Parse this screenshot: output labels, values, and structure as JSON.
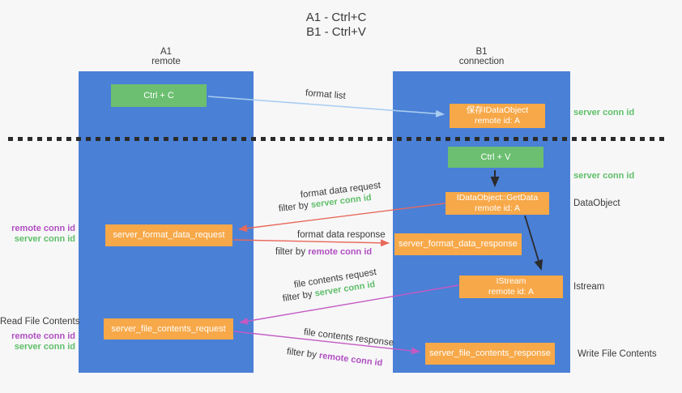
{
  "title": {
    "line1": "A1 - Ctrl+C",
    "line2": "B1 - Ctrl+V"
  },
  "columns": {
    "left": {
      "header_line1": "A1",
      "header_line2": "remote"
    },
    "right": {
      "header_line1": "B1",
      "header_line2": "connection"
    }
  },
  "boxes": {
    "ctrl_c": {
      "label": "Ctrl + C"
    },
    "save_idataobject": {
      "line1": "保存IDataObject",
      "line2": "remote id: A"
    },
    "ctrl_v": {
      "label": "Ctrl + V"
    },
    "getdata": {
      "line1": "IDataObject::GetData",
      "line2": "remote id: A"
    },
    "format_request": {
      "label": "server_format_data_request"
    },
    "format_response": {
      "label": "server_format_data_response"
    },
    "istream": {
      "line1": "IStream",
      "line2": "remote id: A"
    },
    "file_request": {
      "label": "server_file_contents_request"
    },
    "file_response": {
      "label": "server_file_contents_response"
    }
  },
  "side_labels": {
    "server_conn_id_top": "server conn id",
    "server_conn_id_mid": "server conn id",
    "dataobject": "DataObject",
    "istream": "Istream",
    "write_file_contents": "Write File Contents",
    "read_file_contents": "Read File Contents",
    "left_remote_conn_id_1": "remote conn id",
    "left_server_conn_id_1": "server conn id",
    "left_remote_conn_id_2": "remote conn id",
    "left_server_conn_id_2": "server conn id"
  },
  "flow_labels": {
    "format_list": "format list",
    "format_data_request": "format data request",
    "filter_by_1_prefix": "filter by ",
    "filter_by_1_value": "server conn id",
    "format_data_response": "format data response",
    "filter_by_2_prefix": "filter by ",
    "filter_by_2_value": "remote conn id",
    "file_contents_request": "file contents request",
    "filter_by_3_prefix": "filter by ",
    "filter_by_3_value": "server conn id",
    "file_contents_response": "file contents response",
    "filter_by_4_prefix": "filter by ",
    "filter_by_4_value": "remote conn id"
  },
  "colors": {
    "background": "#f7f7f8",
    "column_blue": "#4a80d6",
    "box_orange": "#f7a848",
    "box_green": "#6cbf70",
    "green_text": "#5fbf68",
    "purple_text": "#b04fc0",
    "arrow_light_blue": "#a9cdf0",
    "arrow_salmon": "#e8695a",
    "arrow_magenta": "#c35ac3",
    "arrow_black": "#2b2b2b"
  }
}
